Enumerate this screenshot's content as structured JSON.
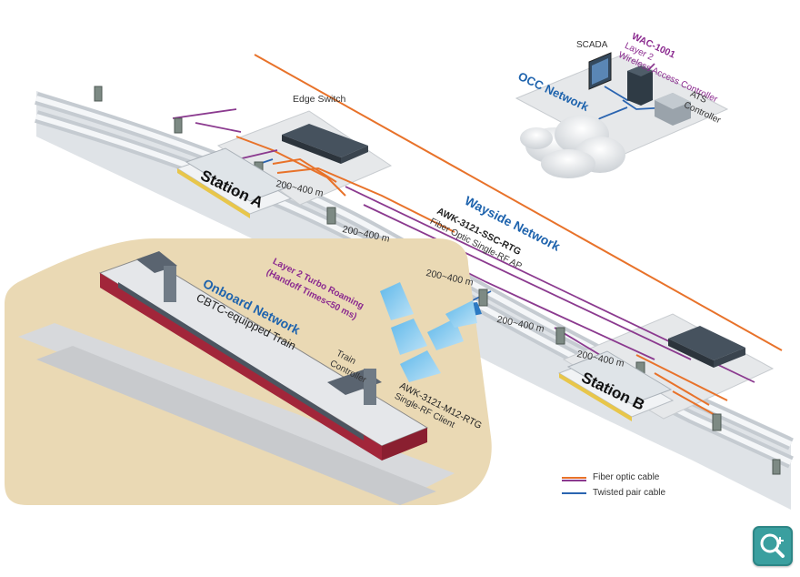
{
  "labels": {
    "wac_title": "WAC-1001",
    "wac_sub1": "Layer 2",
    "wac_sub2": "Wireless Access Controller",
    "scada": "SCADA",
    "occ_network": "OCC Network",
    "ats": "ATS",
    "ats_controller": "Controller",
    "edge_switch": "Edge Switch",
    "station_a": "Station A",
    "station_b": "Station B",
    "wayside_network": "Wayside Network",
    "awk_ssc_title": "AWK-3121-SSC-RTG",
    "awk_ssc_sub": "Fiber Optic Single-RF AP",
    "roaming1": "Layer 2 Turbo Roaming",
    "roaming2": "(Handoff Times<50 ms)",
    "onboard_network": "Onboard Network",
    "cbtc_train": "CBTC-equipped Train",
    "train": "Train",
    "train_controller": "Controller",
    "awk_m12_title": "AWK-3121-M12-RTG",
    "awk_m12_sub": "Single-RF Client",
    "dist_1": "200~400 m",
    "dist_2": "200~400 m",
    "dist_3": "200~400 m",
    "dist_4": "200~400 m",
    "dist_5": "200~400 m"
  },
  "legend": {
    "fiber": "Fiber optic cable",
    "twisted": "Twisted pair cable"
  },
  "colors": {
    "fiber_orange": "#e8722a",
    "fiber_purple": "#8b3a8f",
    "twisted_blue": "#2a64b0",
    "heading_blue": "#1e63ad",
    "onboard_panel": "#ead9b4",
    "zoom_button": "#3a9f9f"
  },
  "icons": {
    "zoom": "zoom-in-icon",
    "cloud": "cloud-icon"
  }
}
